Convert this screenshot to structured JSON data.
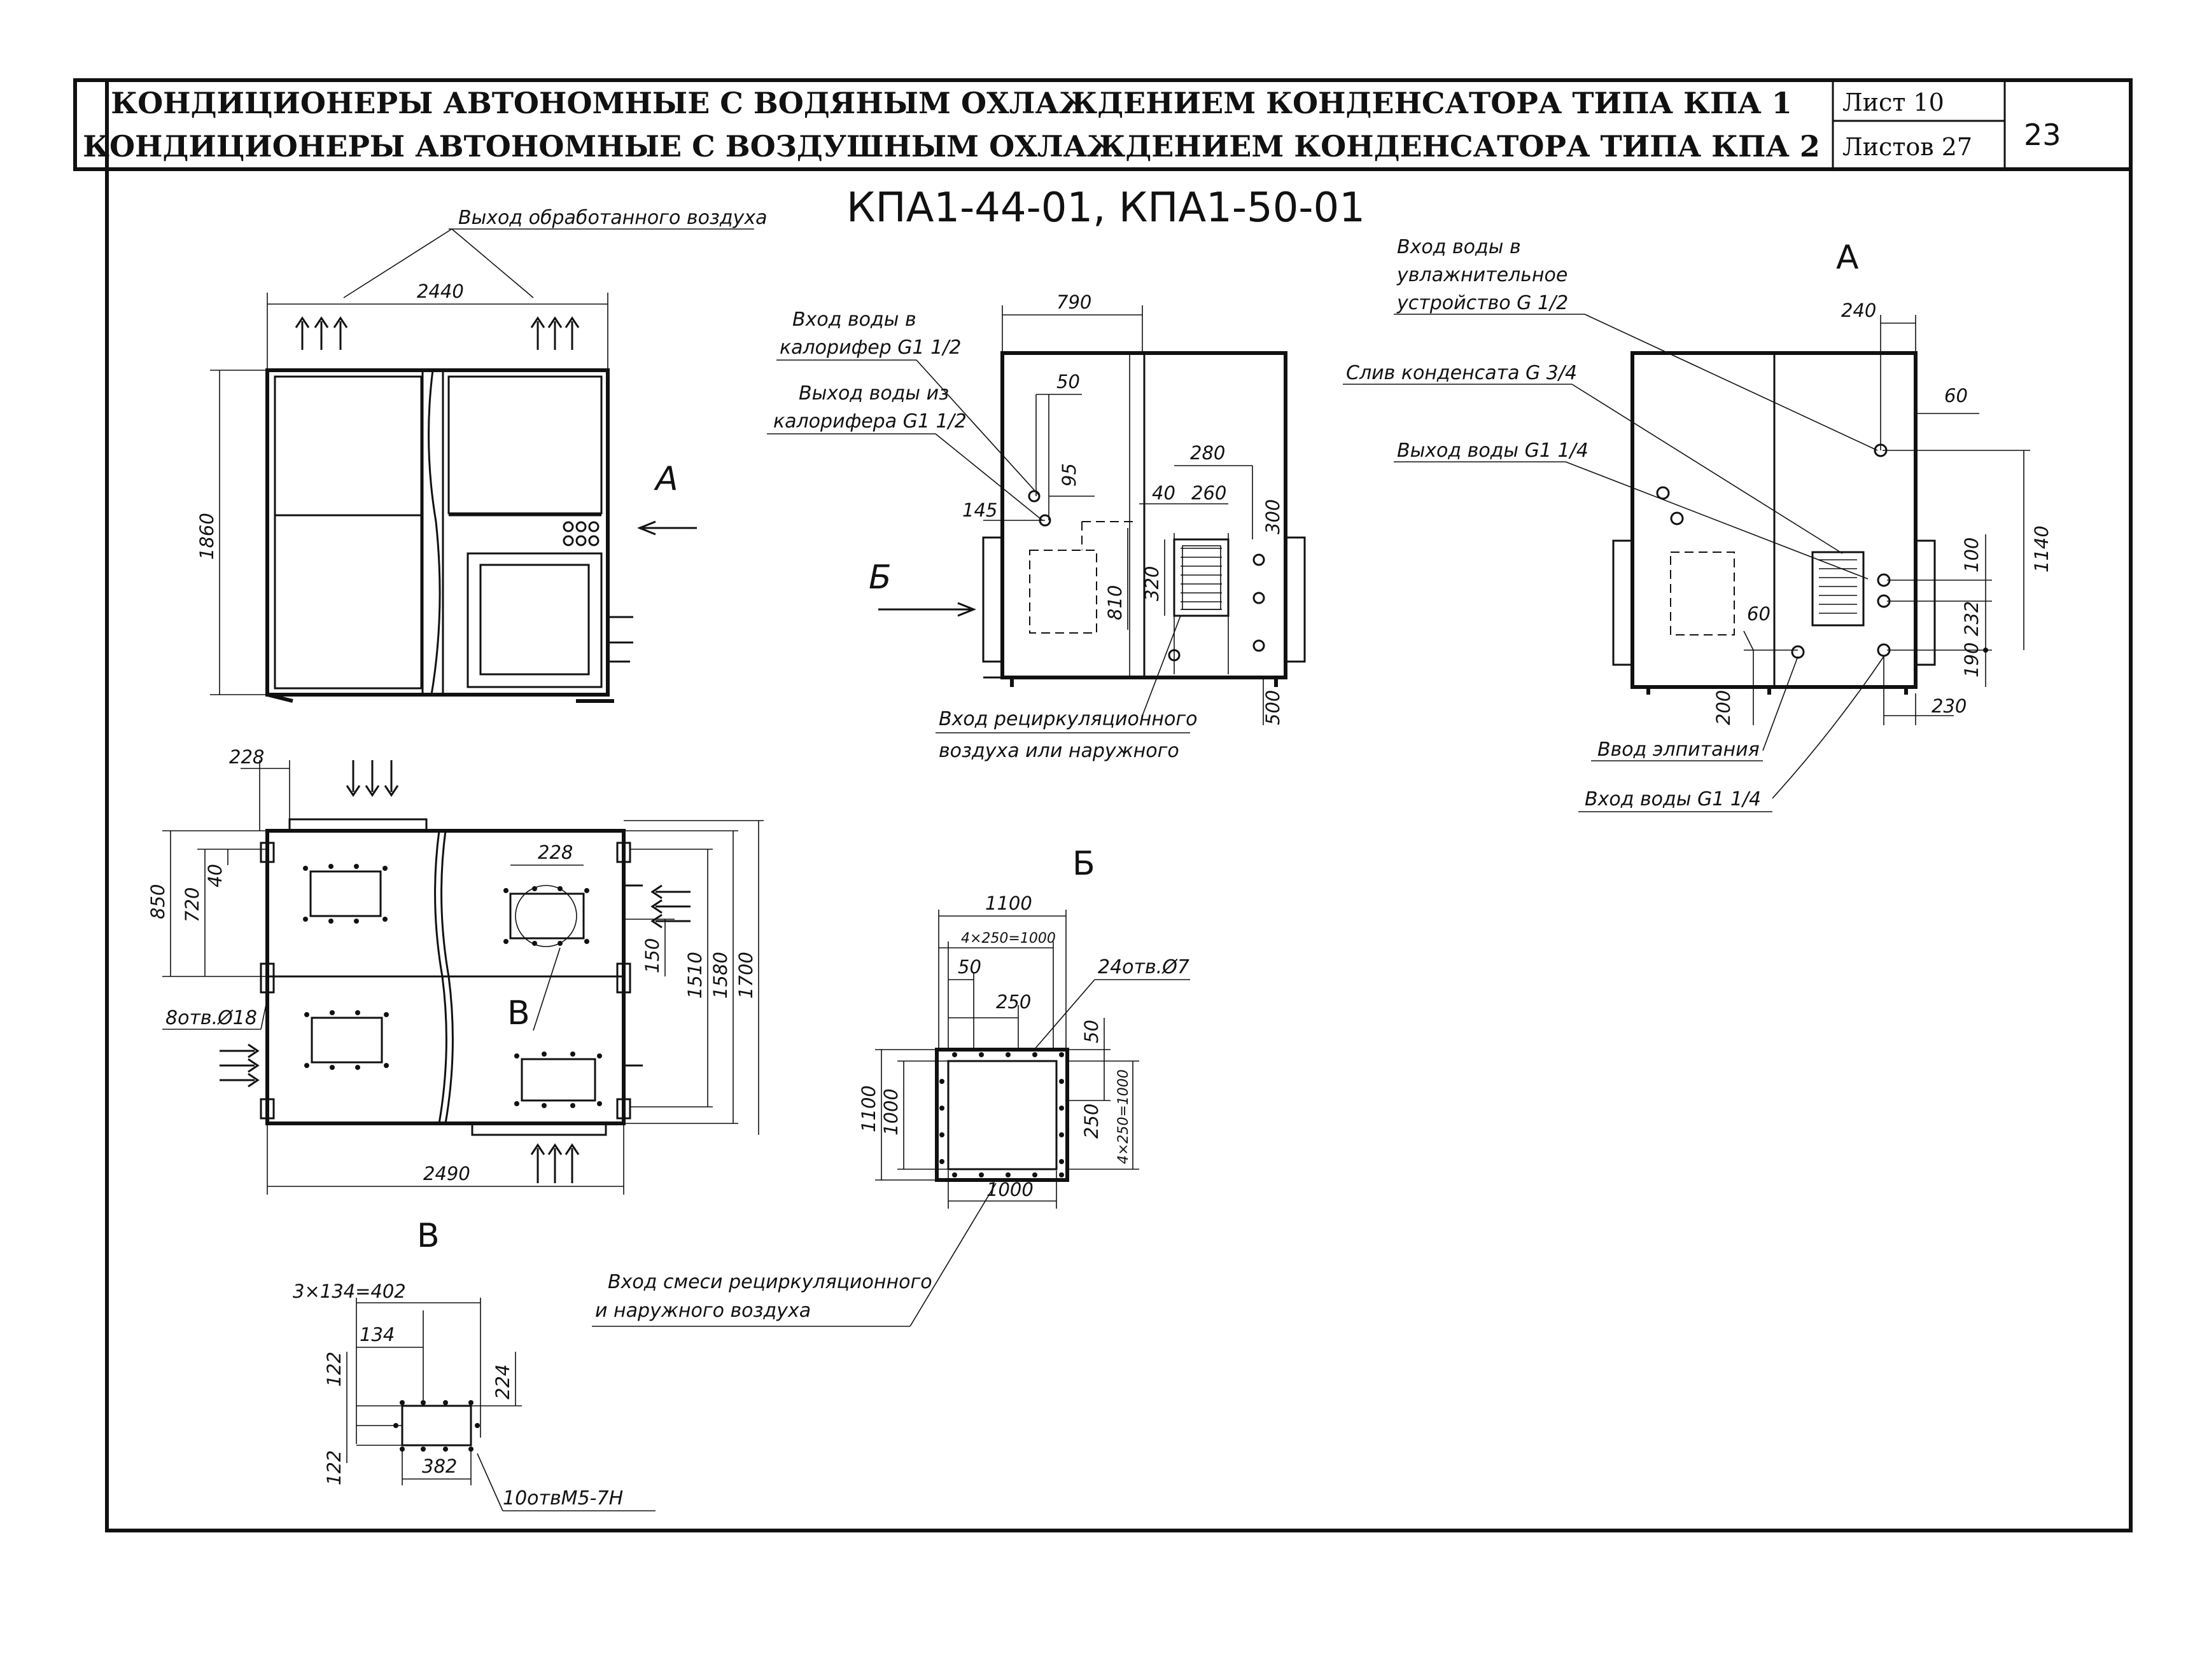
{
  "header": {
    "title_line1": "КОНДИЦИОНЕРЫ АВТОНОМНЫЕ С ВОДЯНЫМ ОХЛАЖДЕНИЕМ КОНДЕНСАТОРА ТИПА КПА 1",
    "title_line2": "КОНДИЦИОНЕРЫ АВТОНОМНЫЕ С ВОЗДУШНЫМ ОХЛАЖДЕНИЕМ КОНДЕНСАТОРА ТИПА КПА 2",
    "sheet_label": "Лист 10",
    "sheets_total_label": "Листов 27",
    "page_number": "23"
  },
  "drawing_title": "КПА1-44-01, КПА1-50-01",
  "view_labels": {
    "a_marker": "А",
    "a_title": "А",
    "b_marker": "Б",
    "b_title": "Б",
    "v_marker": "В",
    "v_title": "В"
  },
  "front_view": {
    "callout_outlet": "Выход обработанного воздуха",
    "dims": {
      "width": "2440",
      "height": "1860"
    }
  },
  "view_b": {
    "callout_water_in": [
      "Вход воды в",
      "калорифер G1 1/2"
    ],
    "callout_water_out": [
      "Выход воды из",
      "калорифера G1 1/2"
    ],
    "callout_air_in": [
      "Вход рециркуляционного",
      "воздуха или наружного"
    ],
    "dims": {
      "d790": "790",
      "d50": "50",
      "d95": "95",
      "d145": "145",
      "d280": "280",
      "d40": "40",
      "d260": "260",
      "d300": "300",
      "d320": "320",
      "d810": "810",
      "d500": "500"
    }
  },
  "view_a": {
    "callout_humid": [
      "Вход воды в",
      "увлажнительное",
      "устройство G 1/2"
    ],
    "callout_drain": "Слив конденсата G 3/4",
    "callout_water_out": "Выход воды G1 1/4",
    "callout_power": "Ввод элпитания",
    "callout_water_in": "Вход воды G1 1/4",
    "dims": {
      "d240": "240",
      "d60a": "60",
      "d60b": "60",
      "d100": "100",
      "d1140": "1140",
      "d232": "232",
      "d190": "190",
      "d230": "230",
      "d200": "200"
    }
  },
  "plan_view": {
    "callout_holes": "8отв.Ø18",
    "dims": {
      "d228a": "228",
      "d228b": "228",
      "d850": "850",
      "d720": "720",
      "d40": "40",
      "d150": "150",
      "d1510": "1510",
      "d1580": "1580",
      "d1700": "1700",
      "d2490": "2490"
    }
  },
  "flange_b": {
    "callout_holes": "24отв.Ø7",
    "callout_mix": [
      "Вход смеси рециркуляционного",
      "и наружного воздуха"
    ],
    "dims": {
      "d1100": "1100",
      "d4x250a": "4×250=1000",
      "d50a": "50",
      "d250a": "250",
      "d50b": "50",
      "d1100v": "1100",
      "d1000v": "1000",
      "d250b": "250",
      "d4x250b": "4×250=1000",
      "d1000": "1000"
    }
  },
  "flange_v": {
    "callout_holes": "10отвМ5-7Н",
    "dims": {
      "d3x134": "3×134=402",
      "d134": "134",
      "d122a": "122",
      "d224": "224",
      "d122b": "122",
      "d382": "382"
    }
  }
}
